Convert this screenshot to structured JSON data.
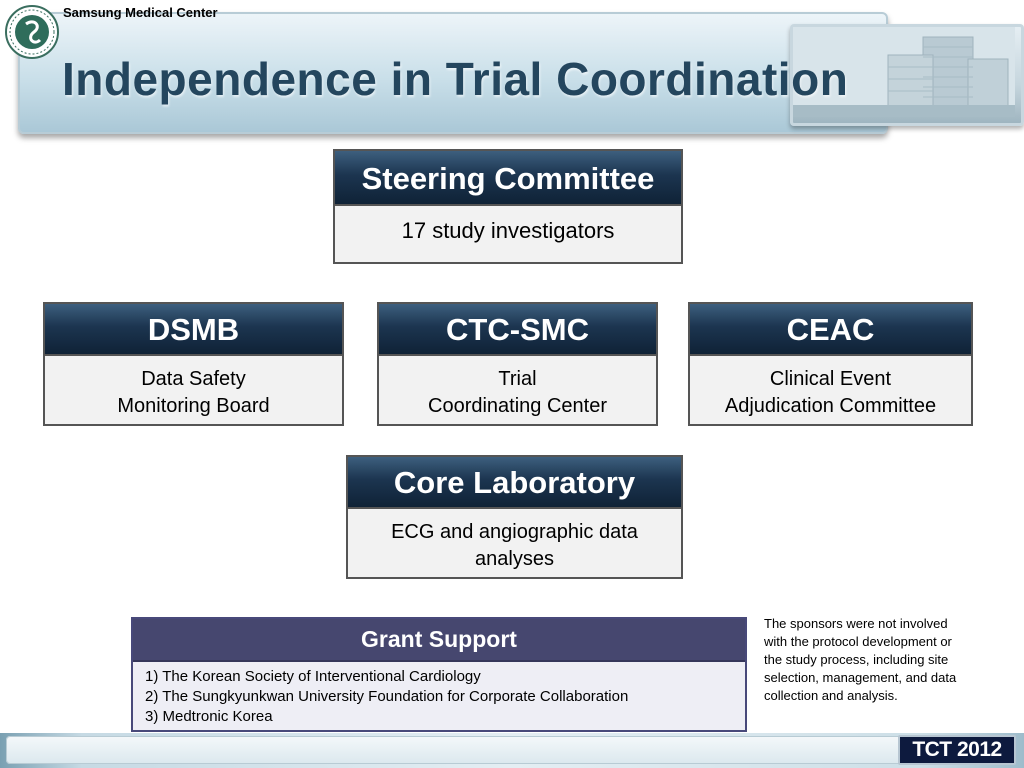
{
  "header": {
    "organization": "Samsung Medical Center",
    "title": "Independence in Trial Coordination"
  },
  "steering": {
    "title": "Steering Committee",
    "body": "17 study investigators"
  },
  "dsmb": {
    "title": "DSMB",
    "line1": "Data Safety",
    "line2": "Monitoring Board"
  },
  "ctc": {
    "title": "CTC-SMC",
    "line1": "Trial",
    "line2": "Coordinating Center"
  },
  "ceac": {
    "title": "CEAC",
    "line1": "Clinical Event",
    "line2": "Adjudication Committee"
  },
  "core": {
    "title": "Core Laboratory",
    "line1": "ECG and angiographic data",
    "line2": "analyses"
  },
  "grant": {
    "title": "Grant Support",
    "items": [
      "1) The Korean Society of Interventional Cardiology",
      "2) The Sungkyunkwan University Foundation for Corporate Collaboration",
      "3) Medtronic Korea"
    ]
  },
  "sponsor_note": "The sponsors were not involved with the protocol development or the study process, including site selection, management, and data collection and analysis.",
  "footer": {
    "badge": "TCT 2012"
  },
  "colors": {
    "title_text": "#24465e",
    "box_header": "#1c3550",
    "grant_header": "#46476f",
    "badge": "#0d1a3e"
  },
  "icons": {
    "logo": "university-seal-logo",
    "photo": "hospital-building-photo"
  }
}
